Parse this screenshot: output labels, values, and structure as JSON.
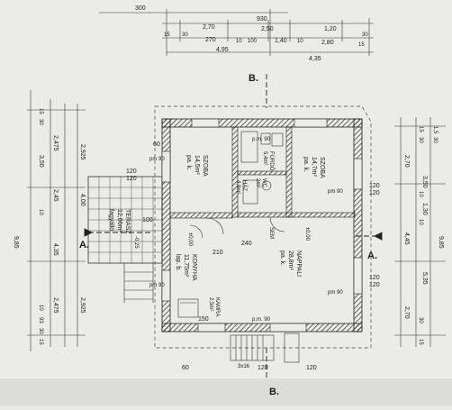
{
  "plan": {
    "top_dims": {
      "row1": [
        "300",
        "930"
      ],
      "row2": [
        "2,70",
        "2,50",
        "1,20",
        "30"
      ],
      "row3": [
        "15",
        "30",
        "270",
        "10",
        "100",
        "1,40",
        "10",
        "2,80",
        "15"
      ],
      "row4": [
        "4,95",
        "4,35"
      ]
    },
    "left_dims": {
      "col_a": [
        "9,85"
      ],
      "col_b": [
        "2,925",
        "4,00",
        "2,925"
      ],
      "col_c": [
        "2,475",
        "2,45",
        "4,35",
        "2,475"
      ],
      "col_d": [
        "15",
        "30",
        "3,50",
        "10",
        "10",
        "93",
        "30",
        "15"
      ]
    },
    "right_dims": {
      "col_a": [
        "9,85"
      ],
      "col_b": [
        "15",
        "30",
        "3,50",
        "10",
        "1,30",
        "10",
        "5,35",
        "30",
        "15"
      ],
      "col_c": [
        "2,70",
        "4,45",
        "2,70"
      ],
      "col_d": [
        "1,5",
        "30"
      ]
    },
    "section_marks": {
      "a_left": "A.",
      "a_right": "A.",
      "b_top": "B.",
      "b_bottom": "B."
    },
    "rooms": {
      "szoba_left": [
        "SZOBA",
        "14,5m²",
        "pa. k."
      ],
      "szoba_right": [
        "SZOBA",
        "14,7m²",
        "pa. k."
      ],
      "konyha": [
        "KONYHA",
        "11,75m²",
        "lap. b."
      ],
      "nappali": [
        "NAPPALI",
        "28,8m²",
        "pa. k."
      ],
      "terasz": [
        "TERASZ",
        "12,00m²",
        "fagyálló"
      ],
      "furdo": [
        "FÜRDŐ",
        "5,4m²"
      ],
      "wc": [
        "WC",
        "2m²"
      ],
      "kamra": [
        "KAMRA",
        "2,5m²"
      ],
      "haz": [
        "HÁZ",
        "4,8m²"
      ]
    },
    "levels": {
      "main": "±0,00",
      "konyha": "±0,00",
      "terasz": "-0,25"
    },
    "openings": {
      "pm90": "pm 90",
      "pm90b": "p.m. 90",
      "w120": "120",
      "w120b": "120",
      "w60": "60",
      "w100": "100",
      "w150": "150",
      "w240": "240",
      "w210": "210",
      "sem": "SEM"
    },
    "stair": {
      "steps": "3x16"
    }
  }
}
